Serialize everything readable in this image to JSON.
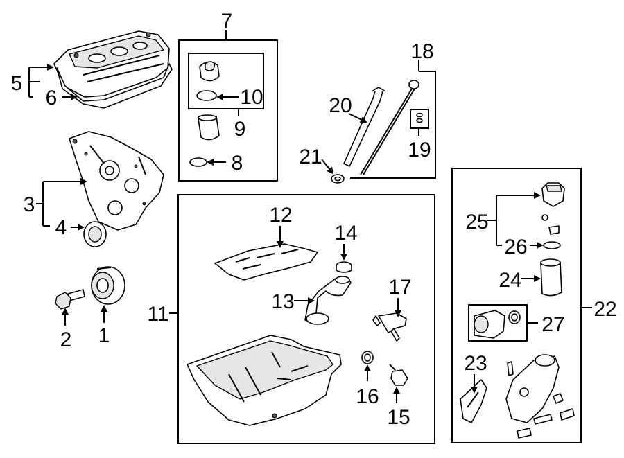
{
  "callouts": [
    {
      "id": "c1",
      "text": "1"
    },
    {
      "id": "c2",
      "text": "2"
    },
    {
      "id": "c3",
      "text": "3"
    },
    {
      "id": "c4",
      "text": "4"
    },
    {
      "id": "c5",
      "text": "5"
    },
    {
      "id": "c6",
      "text": "6"
    },
    {
      "id": "c7",
      "text": "7"
    },
    {
      "id": "c8",
      "text": "8"
    },
    {
      "id": "c9",
      "text": "9"
    },
    {
      "id": "c10",
      "text": "10"
    },
    {
      "id": "c11",
      "text": "11"
    },
    {
      "id": "c12",
      "text": "12"
    },
    {
      "id": "c13",
      "text": "13"
    },
    {
      "id": "c14",
      "text": "14"
    },
    {
      "id": "c15",
      "text": "15"
    },
    {
      "id": "c16",
      "text": "16"
    },
    {
      "id": "c17",
      "text": "17"
    },
    {
      "id": "c18",
      "text": "18"
    },
    {
      "id": "c19",
      "text": "19"
    },
    {
      "id": "c20",
      "text": "20"
    },
    {
      "id": "c21",
      "text": "21"
    },
    {
      "id": "c22",
      "text": "22"
    },
    {
      "id": "c23",
      "text": "23"
    },
    {
      "id": "c24",
      "text": "24"
    },
    {
      "id": "c25",
      "text": "25"
    },
    {
      "id": "c26",
      "text": "26"
    },
    {
      "id": "c27",
      "text": "27"
    }
  ]
}
